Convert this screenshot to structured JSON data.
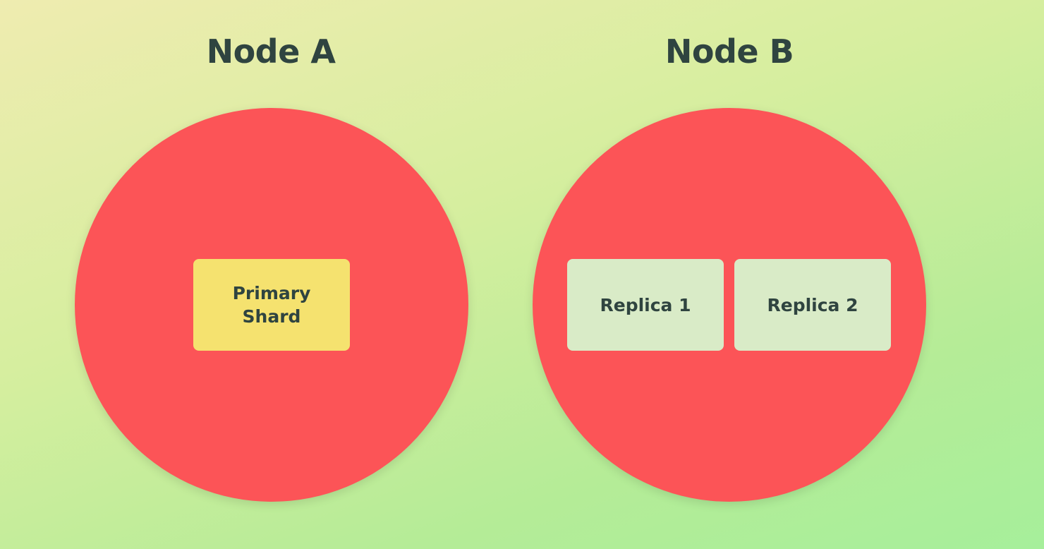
{
  "node_a": {
    "title": "Node A",
    "shards": [
      {
        "label": "Primary Shard"
      }
    ]
  },
  "node_b": {
    "title": "Node B",
    "shards": [
      {
        "label": "Replica 1"
      },
      {
        "label": "Replica 2"
      }
    ]
  },
  "colors": {
    "node": "#fc5457",
    "primary_shard": "#f5e26f",
    "replica_shard": "#d9ebc7",
    "text": "#2f4440"
  }
}
